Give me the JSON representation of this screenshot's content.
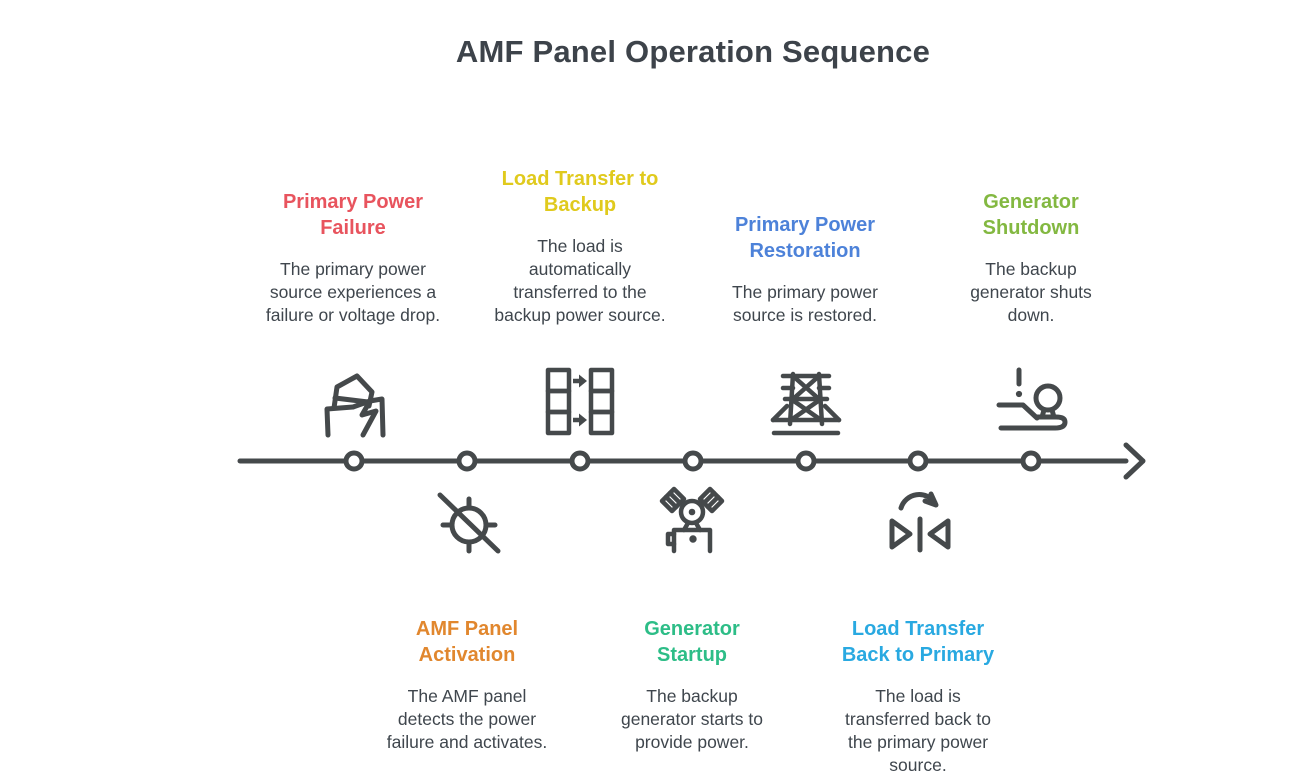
{
  "title": "AMF Panel Operation Sequence",
  "colors": {
    "heading_red": "#e8545e",
    "heading_orange": "#e1872e",
    "heading_yellow": "#e0ca1d",
    "heading_teal": "#2dbd87",
    "heading_blue": "#4d82d9",
    "heading_cyan": "#29a9e1",
    "heading_green": "#83b841",
    "body_text": "#3f464d",
    "line_and_icons": "#45494b"
  },
  "steps": [
    {
      "order": 1,
      "side": "top",
      "label": "Primary Power Failure",
      "description": "The primary power source experiences a failure or voltage drop.",
      "color": "#e8545e",
      "icon": "broken-house-lightning-icon"
    },
    {
      "order": 2,
      "side": "bottom",
      "label": "AMF Panel Activation",
      "description": "The AMF panel detects the power failure and activates.",
      "color": "#e1872e",
      "icon": "sun-outage-slash-icon"
    },
    {
      "order": 3,
      "side": "top",
      "label": "Load Transfer to Backup",
      "description": "The load is automatically transferred to the backup power source.",
      "color": "#e0ca1d",
      "icon": "load-transfer-cells-icon"
    },
    {
      "order": 4,
      "side": "bottom",
      "label": "Generator Startup",
      "description": "The backup generator starts to provide power.",
      "color": "#2dbd87",
      "icon": "engine-generator-icon"
    },
    {
      "order": 5,
      "side": "top",
      "label": "Primary Power Restoration",
      "description": "The primary power source is restored.",
      "color": "#4d82d9",
      "icon": "transmission-tower-icon"
    },
    {
      "order": 6,
      "side": "bottom",
      "label": "Load Transfer Back to Primary",
      "description": "The load is transferred back to the primary power source.",
      "color": "#29a9e1",
      "icon": "flip-back-arrow-icon"
    },
    {
      "order": 7,
      "side": "top",
      "label": "Generator Shutdown",
      "description": "The backup generator shuts down.",
      "color": "#83b841",
      "icon": "shutdown-lever-icon"
    }
  ]
}
